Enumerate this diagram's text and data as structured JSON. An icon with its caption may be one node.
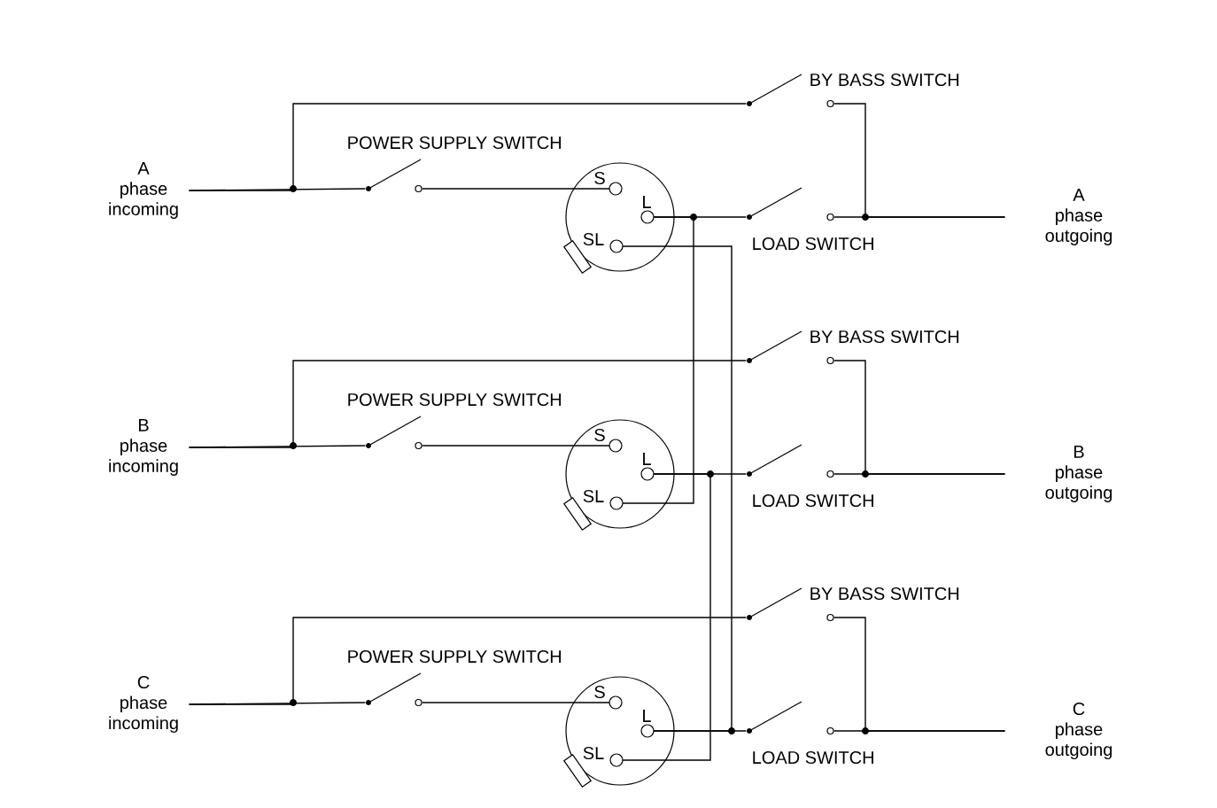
{
  "diagram": {
    "nodes": [
      {
        "text": [
          "A phase incoming"
        ]
      },
      {
        "text": [],
        "shape": "switch",
        "beside": [
          "BY BASS SWITCH"
        ]
      },
      {
        "text": [],
        "shape": "switch",
        "beside": [
          "POWER SUPPLY SWITCH"
        ]
      },
      {
        "text": [
          "S",
          "L",
          "SL"
        ]
      },
      {
        "text": [],
        "shape": "switch",
        "beside": [
          "LOAD SWITCH"
        ]
      },
      {
        "text": [
          "A phase outgoing"
        ]
      },
      {
        "text": [
          "B phase incoming"
        ]
      },
      {
        "text": [],
        "shape": "switch",
        "beside": [
          "BY BASS SWITCH"
        ]
      },
      {
        "text": [],
        "shape": "switch",
        "beside": [
          "POWER SUPPLY SWITCH"
        ]
      },
      {
        "text": [
          "S",
          "L",
          "SL"
        ]
      },
      {
        "text": [],
        "shape": "switch",
        "beside": [
          "LOAD SWITCH"
        ]
      },
      {
        "text": [
          "B phase outgoing"
        ]
      },
      {
        "text": [
          "C phase incoming"
        ]
      },
      {
        "text": [],
        "shape": "switch",
        "beside": [
          "BY BASS SWITCH"
        ]
      },
      {
        "text": [],
        "shape": "switch",
        "beside": [
          "POWER SUPPLY SWITCH"
        ]
      },
      {
        "text": [
          "S",
          "L",
          "SL"
        ]
      },
      {
        "text": [],
        "shape": "switch",
        "beside": [
          "LOAD SWITCH"
        ]
      },
      {
        "text": [
          "C phase outgoing"
        ]
      }
    ],
    "edges": [
      {
        "from": 0,
        "to": 2,
        "arrow": "none"
      },
      {
        "from": 0,
        "to": 1,
        "arrow": "none"
      },
      {
        "from": 2,
        "to": 3,
        "arrow": "none"
      },
      {
        "from": 3,
        "to": 4,
        "arrow": "none"
      },
      {
        "from": 4,
        "to": 5,
        "arrow": "none"
      },
      {
        "from": 1,
        "to": 5,
        "arrow": "none"
      },
      {
        "from": 6,
        "to": 8,
        "arrow": "none"
      },
      {
        "from": 6,
        "to": 7,
        "arrow": "none"
      },
      {
        "from": 8,
        "to": 9,
        "arrow": "none"
      },
      {
        "from": 9,
        "to": 10,
        "arrow": "none"
      },
      {
        "from": 10,
        "to": 11,
        "arrow": "none"
      },
      {
        "from": 7,
        "to": 11,
        "arrow": "none"
      },
      {
        "from": 12,
        "to": 14,
        "arrow": "none"
      },
      {
        "from": 12,
        "to": 13,
        "arrow": "none"
      },
      {
        "from": 14,
        "to": 15,
        "arrow": "none"
      },
      {
        "from": 15,
        "to": 16,
        "arrow": "none"
      },
      {
        "from": 16,
        "to": 17,
        "arrow": "none"
      },
      {
        "from": 13,
        "to": 17,
        "arrow": "none"
      },
      {
        "from": 3,
        "to": 9,
        "arrow": "none"
      },
      {
        "from": 9,
        "to": 15,
        "arrow": "none"
      },
      {
        "from": 15,
        "to": 3,
        "arrow": "none"
      }
    ]
  }
}
